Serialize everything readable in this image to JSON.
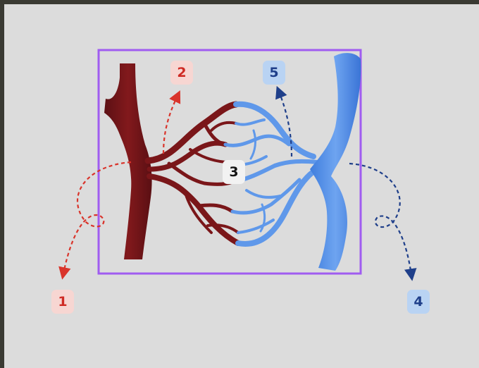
{
  "labels": {
    "l1": "1",
    "l2": "2",
    "l3": "3",
    "l4": "4",
    "l5": "5"
  },
  "colors": {
    "artery": "#6e1418",
    "artery_light": "#9a2a28",
    "vein": "#4a86e0",
    "vein_light": "#7fb1f2",
    "frame": "#a05cf0",
    "red_arrow": "#d9342b",
    "blue_arrow": "#1f3f8a"
  }
}
